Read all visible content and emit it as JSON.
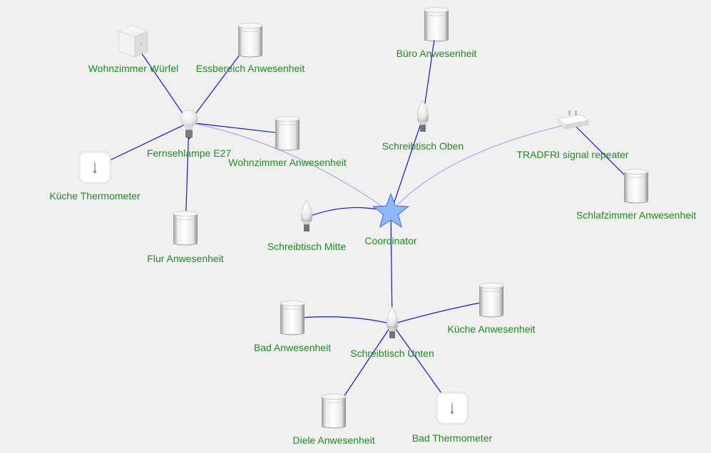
{
  "network_map": {
    "colors": {
      "background": "#f0f0f0",
      "label": "#1e8c1e",
      "link_strong": "#1515e0",
      "link_weak": "#a9a9ef",
      "coordinator": "#8fb7ff"
    },
    "nodes": [
      {
        "id": "wz_wuerfel",
        "label": "Wohnzimmer Würfel",
        "icon": "cube-icon"
      },
      {
        "id": "essbereich",
        "label": "Essbereich Anwesenheit",
        "icon": "motion-sensor-icon"
      },
      {
        "id": "fernsehlampe",
        "label": "Fernsehlampe E27",
        "icon": "bulb-e27-icon"
      },
      {
        "id": "wz_anwesenheit",
        "label": "Wohnzimmer Anwesenheit",
        "icon": "motion-sensor-icon"
      },
      {
        "id": "kueche_thermo",
        "label": "Küche Thermometer",
        "icon": "thermometer-icon"
      },
      {
        "id": "flur",
        "label": "Flur Anwesenheit",
        "icon": "motion-sensor-icon"
      },
      {
        "id": "buero",
        "label": "Büro Anwesenheit",
        "icon": "motion-sensor-icon"
      },
      {
        "id": "sd_oben",
        "label": "Schreibtisch Oben",
        "icon": "candle-bulb-icon"
      },
      {
        "id": "tradfri",
        "label": "TRADFRI signal repeater",
        "icon": "plug-repeater-icon"
      },
      {
        "id": "schlafzimmer",
        "label": "Schlafzimmer Anwesenheit",
        "icon": "motion-sensor-icon"
      },
      {
        "id": "sd_mitte",
        "label": "Schreibtisch Mitte",
        "icon": "candle-bulb-icon"
      },
      {
        "id": "coordinator",
        "label": "Coordinator",
        "icon": "star-icon"
      },
      {
        "id": "bad",
        "label": "Bad Anwesenheit",
        "icon": "motion-sensor-icon"
      },
      {
        "id": "sd_unten",
        "label": "Schreibtisch Unten",
        "icon": "candle-bulb-icon"
      },
      {
        "id": "kueche_anw",
        "label": "Küche Anwesenheit",
        "icon": "motion-sensor-icon"
      },
      {
        "id": "diele",
        "label": "Diele Anwesenheit",
        "icon": "motion-sensor-icon"
      },
      {
        "id": "bad_thermo",
        "label": "Bad Thermometer",
        "icon": "thermometer-icon"
      }
    ],
    "links": [
      {
        "from": "fernsehlampe",
        "to": "wz_wuerfel",
        "strength": "strong"
      },
      {
        "from": "fernsehlampe",
        "to": "essbereich",
        "strength": "strong"
      },
      {
        "from": "fernsehlampe",
        "to": "wz_anwesenheit",
        "strength": "strong"
      },
      {
        "from": "fernsehlampe",
        "to": "kueche_thermo",
        "strength": "strong"
      },
      {
        "from": "fernsehlampe",
        "to": "flur",
        "strength": "strong"
      },
      {
        "from": "fernsehlampe",
        "to": "coordinator",
        "strength": "weak"
      },
      {
        "from": "buero",
        "to": "sd_oben",
        "strength": "strong"
      },
      {
        "from": "sd_oben",
        "to": "coordinator",
        "strength": "strong"
      },
      {
        "from": "tradfri",
        "to": "coordinator",
        "strength": "weak"
      },
      {
        "from": "tradfri",
        "to": "schlafzimmer",
        "strength": "strong"
      },
      {
        "from": "sd_mitte",
        "to": "coordinator",
        "strength": "strong"
      },
      {
        "from": "coordinator",
        "to": "sd_unten",
        "strength": "strong"
      },
      {
        "from": "sd_unten",
        "to": "bad",
        "strength": "strong"
      },
      {
        "from": "sd_unten",
        "to": "kueche_anw",
        "strength": "strong"
      },
      {
        "from": "sd_unten",
        "to": "diele",
        "strength": "strong"
      },
      {
        "from": "sd_unten",
        "to": "bad_thermo",
        "strength": "strong"
      }
    ]
  }
}
